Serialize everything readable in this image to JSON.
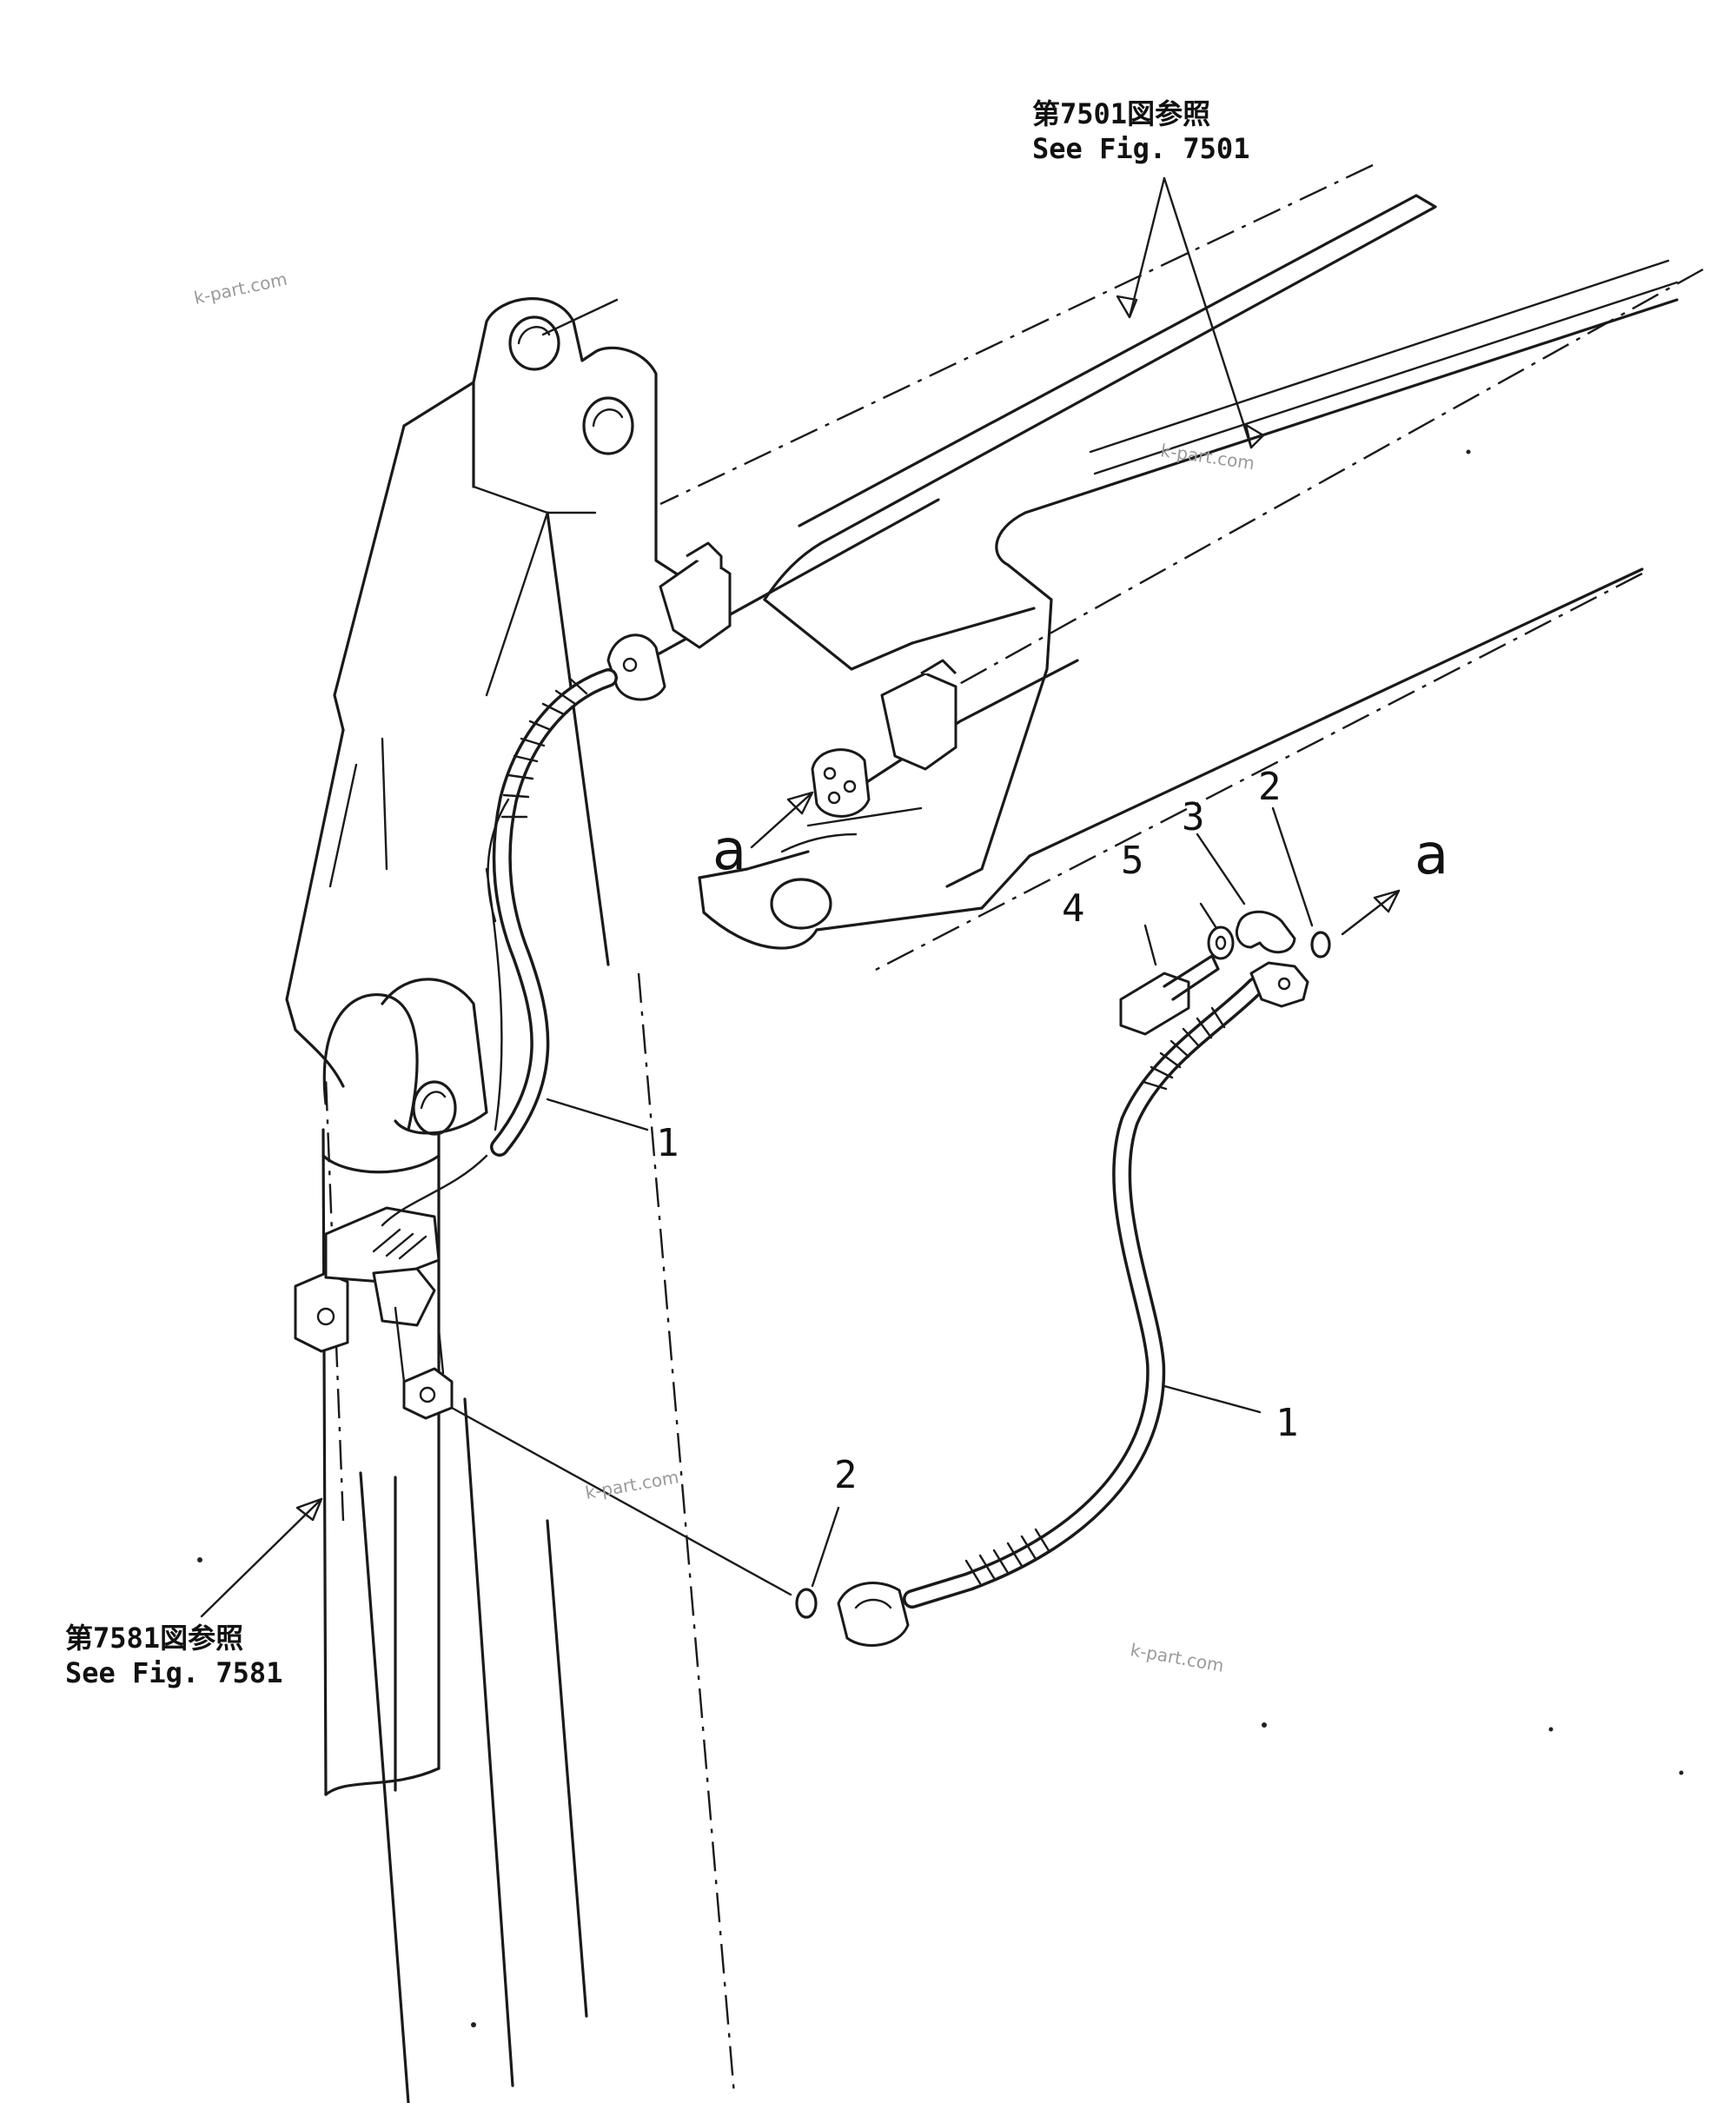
{
  "references": {
    "upper_jp": "第7501図参照",
    "upper_en": "See Fig. 7501",
    "lower_jp": "第7581図参照",
    "lower_en": "See Fig. 7581"
  },
  "callouts": {
    "hose_upper": "1",
    "hose_lower": "1",
    "oring_upper": "2",
    "oring_lower": "2",
    "clamp": "3",
    "bolt": "4",
    "washer": "5"
  },
  "view_markers": {
    "left": "a",
    "right": "a"
  },
  "watermarks": [
    "k-part.com",
    "k-part.com",
    "k-part.com",
    "k-part.com"
  ]
}
